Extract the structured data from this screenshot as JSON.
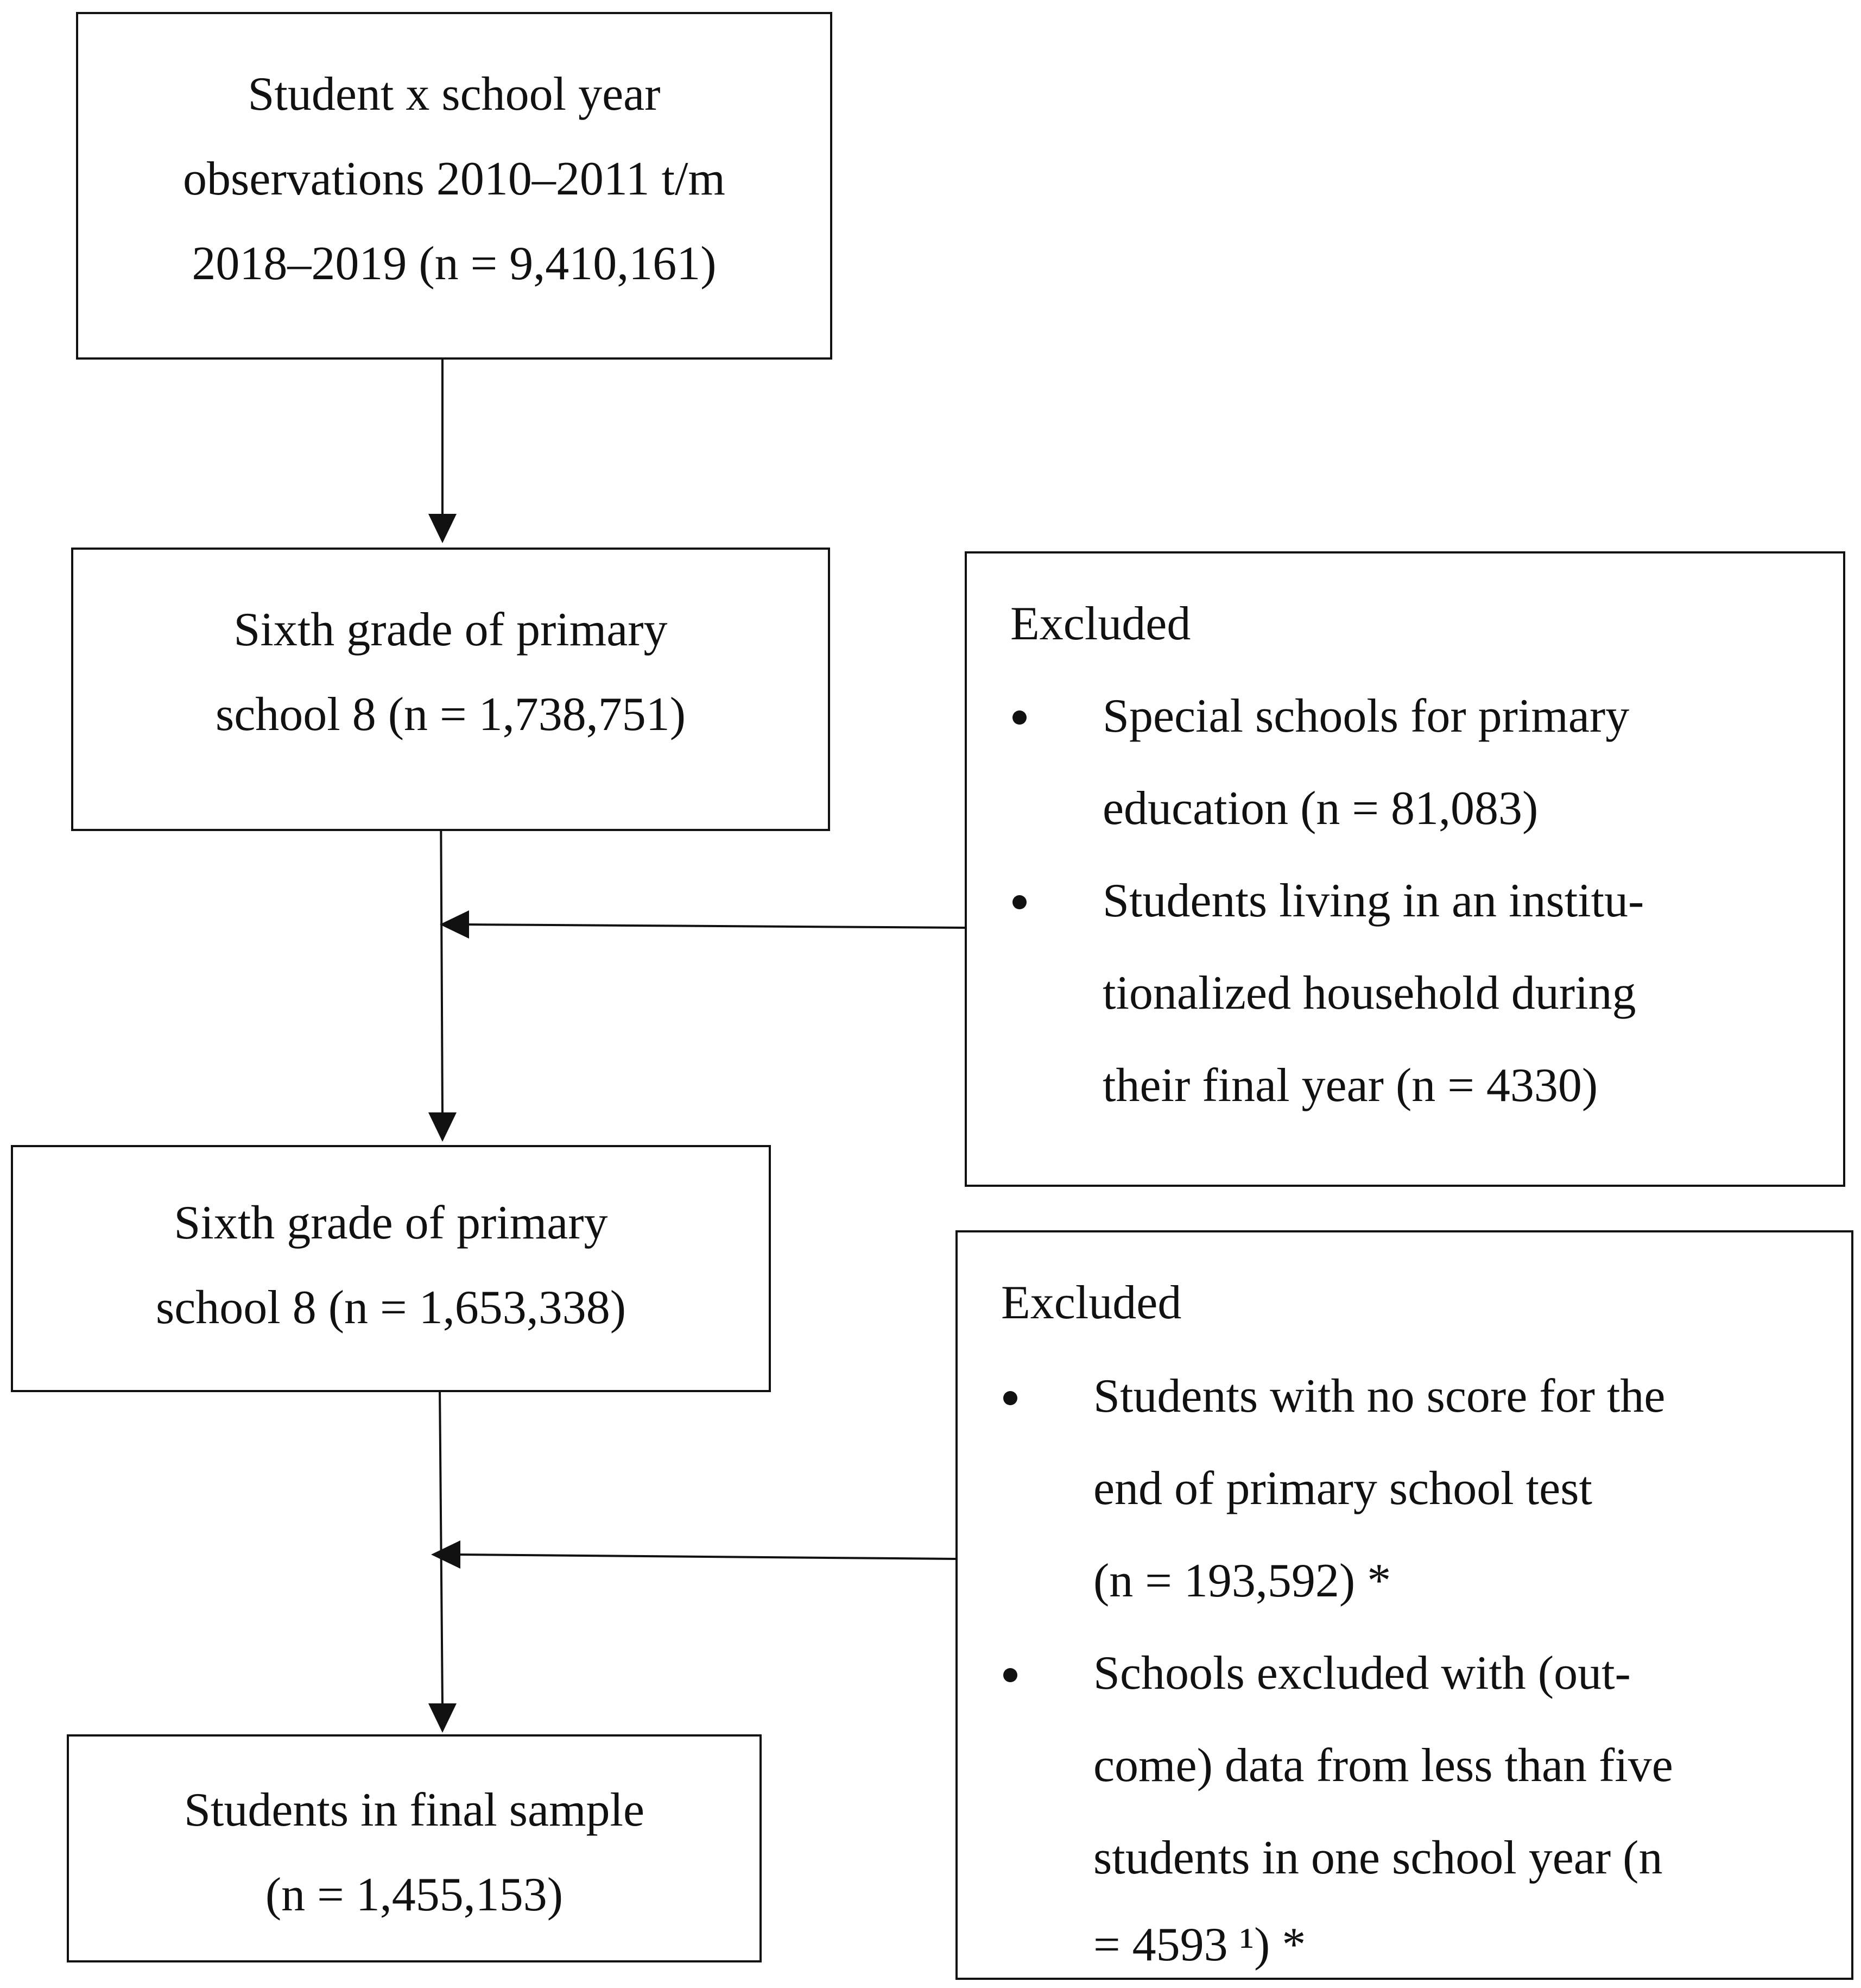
{
  "boxes": {
    "start": {
      "lines": [
        "Student x school year",
        "observations 2010–2011 t/m",
        "2018–2019 (n = 9,410,161)"
      ]
    },
    "sixth_grade_1": {
      "lines": [
        "Sixth grade of primary",
        "school 8 (n = 1,738,751)"
      ]
    },
    "sixth_grade_2": {
      "lines": [
        "Sixth grade of primary",
        "school 8 (n = 1,653,338)"
      ]
    },
    "final": {
      "lines": [
        "Students in final sample",
        "(n = 1,455,153)"
      ]
    }
  },
  "exclusions": [
    {
      "heading": "Excluded",
      "bullets": [
        {
          "lines": [
            "Special schools for primary",
            "education (n = 81,083)"
          ]
        },
        {
          "lines": [
            "Students living in an institu-",
            "tionalized household during",
            "their final year (n = 4330)"
          ]
        }
      ]
    },
    {
      "heading": "Excluded",
      "bullets": [
        {
          "lines": [
            "Students with no score for the",
            "end of primary school test",
            "(n = 193,592) *"
          ]
        },
        {
          "lines": [
            "Schools excluded with (out-",
            "come) data from less than five",
            "students in one school year (n",
            "= 4593 ¹) *"
          ]
        }
      ]
    }
  ]
}
